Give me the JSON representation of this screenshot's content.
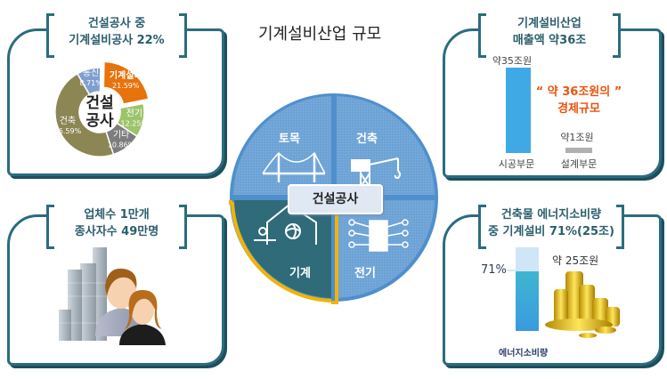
{
  "title": "기계설비산업 규모",
  "box_share": {
    "title_line1": "건설공사 중",
    "title_line2": "기계설비공사 22%",
    "center_line1": "건설",
    "center_line2": "공사"
  },
  "chart_data": {
    "type": "pie",
    "title": "건설공사 중 기계설비공사 22%",
    "slices": [
      {
        "label": "기계설비",
        "value": 21.59,
        "value_label": "21.59%",
        "color": "#e8720c"
      },
      {
        "label": "전기",
        "value": 12.25,
        "value_label": "12.25%",
        "color": "#9cc46a"
      },
      {
        "label": "기타",
        "value": 10.86,
        "value_label": "10.86%",
        "color": "#7d7d7d"
      },
      {
        "label": "건축",
        "value": 46.59,
        "value_label": "46.59%",
        "color": "#8c8654"
      },
      {
        "label": "통신",
        "value": 8.71,
        "value_label": "8.71%",
        "color": "#7f9fd0"
      }
    ]
  },
  "box_sales": {
    "title_line1": "기계설비산업",
    "title_line2": "매출액 약36조",
    "bars": [
      {
        "label": "시공부문",
        "value_label": "약35조원",
        "value": 35,
        "color": "#3fa9e6"
      },
      {
        "label": "설계부문",
        "value_label": "약1조원",
        "value": 1,
        "color": "#b0b0b0"
      }
    ],
    "highlight_line1": "“ 약 36조원의 ”",
    "highlight_line2": "경제규모"
  },
  "box_workers": {
    "title_line1": "업체수 1만개",
    "title_line2": "종사자수 49만명"
  },
  "box_energy": {
    "title_line1": "건축물 에너지소비량",
    "title_line2": "중 기계설비 71%(25조)",
    "percent": 71,
    "percent_label": "71%",
    "amount_label": "약 25조원",
    "bar_label": "에너지소비량"
  },
  "circle": {
    "center_label": "건설공사",
    "quadrants": [
      "토목",
      "건축",
      "기계",
      "전기"
    ]
  },
  "colors": {
    "frame": "#2b6c7e",
    "accent": "#e8540c",
    "highlight": "#f2b400",
    "quad": "#6ea3d6",
    "quad_active": "#2f6b79"
  }
}
